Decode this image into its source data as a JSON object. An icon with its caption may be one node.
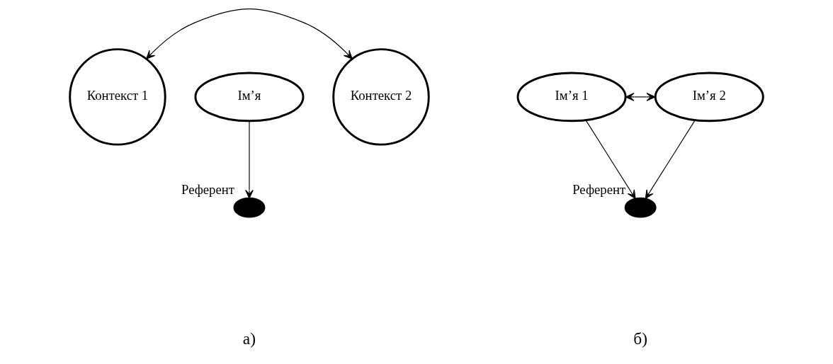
{
  "diagram": {
    "nodes": [
      {
        "text": [
          "Контекст 1"
        ]
      },
      {
        "text": [
          "Ім’я"
        ]
      },
      {
        "text": [
          "Контекст 2"
        ]
      },
      {
        "text": [],
        "shape": "ellipse",
        "beside": [
          "Референт"
        ]
      },
      {
        "text": [
          "Ім’я 1"
        ]
      },
      {
        "text": [
          "Ім’я 2"
        ]
      },
      {
        "text": [],
        "shape": "ellipse",
        "beside": [
          "Референт"
        ]
      }
    ],
    "edges": [
      {
        "from": 0,
        "to": 2,
        "arrow": "both"
      },
      {
        "from": 1,
        "to": 3,
        "arrow": "to"
      },
      {
        "from": 4,
        "to": 5,
        "arrow": "both"
      },
      {
        "from": 4,
        "to": 6,
        "arrow": "to"
      },
      {
        "from": 5,
        "to": 6,
        "arrow": "to"
      }
    ],
    "labels": [
      "а)",
      "б)"
    ]
  }
}
